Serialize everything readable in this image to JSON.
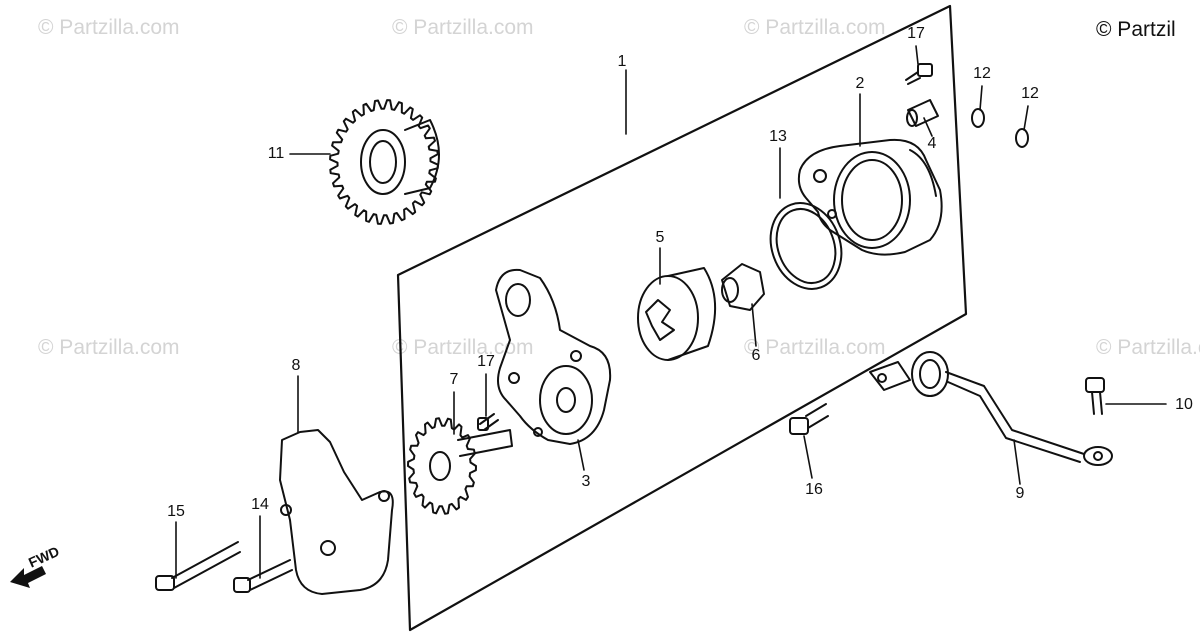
{
  "watermark": {
    "text": "© Partzilla.com"
  },
  "copyright": "© Partzil",
  "fwd_label": "FWD",
  "callouts": [
    {
      "id": "1",
      "text": "1"
    },
    {
      "id": "2",
      "text": "2"
    },
    {
      "id": "3",
      "text": "3"
    },
    {
      "id": "4",
      "text": "4"
    },
    {
      "id": "5",
      "text": "5"
    },
    {
      "id": "6",
      "text": "6"
    },
    {
      "id": "7",
      "text": "7"
    },
    {
      "id": "8",
      "text": "8"
    },
    {
      "id": "9",
      "text": "9"
    },
    {
      "id": "10",
      "text": "10"
    },
    {
      "id": "11",
      "text": "11"
    },
    {
      "id": "12a",
      "text": "12"
    },
    {
      "id": "12b",
      "text": "12"
    },
    {
      "id": "13",
      "text": "13"
    },
    {
      "id": "14",
      "text": "14"
    },
    {
      "id": "15",
      "text": "15"
    },
    {
      "id": "16",
      "text": "16"
    },
    {
      "id": "17a",
      "text": "17"
    },
    {
      "id": "17b",
      "text": "17"
    }
  ]
}
